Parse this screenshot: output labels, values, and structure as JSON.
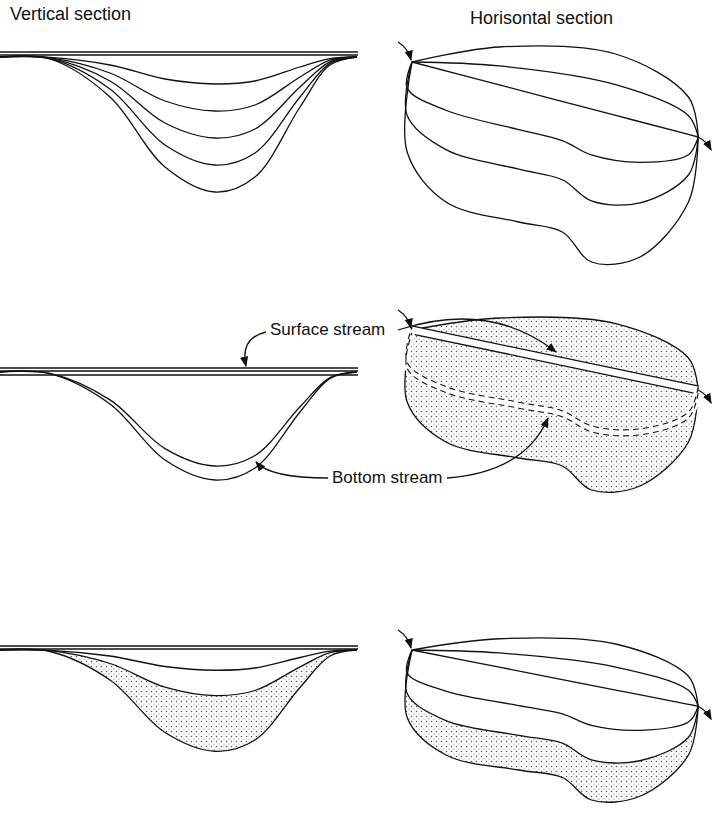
{
  "diagram": {
    "labels": [
      "Vertical section",
      "Horisontal section",
      "Surface stream",
      "Bottom stream"
    ]
  }
}
